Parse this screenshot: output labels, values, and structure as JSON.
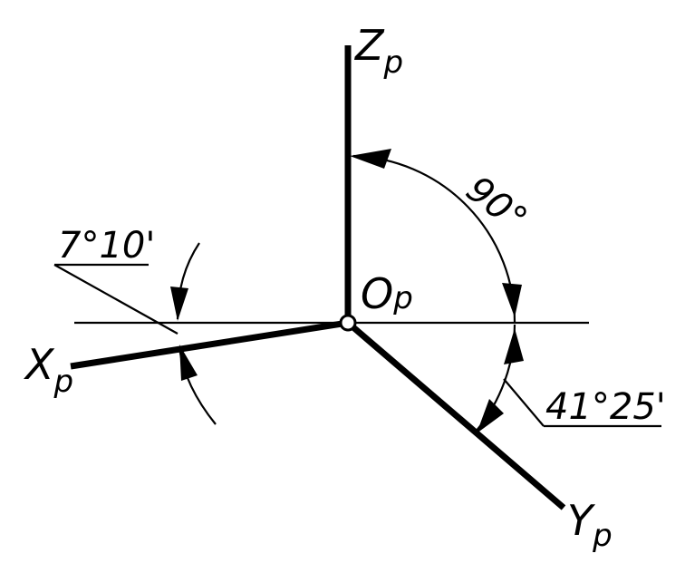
{
  "axes": {
    "z": {
      "main": "Z",
      "sub": "p"
    },
    "x": {
      "main": "X",
      "sub": "p"
    },
    "y": {
      "main": "Y",
      "sub": "p"
    }
  },
  "origin": {
    "main": "O",
    "sub": "p"
  },
  "angles": {
    "right_angle": "90°",
    "y_axis_angle": "41°25'",
    "x_axis_angle": "7°10'"
  },
  "colors": {
    "ink": "#000000",
    "paper": "#ffffff"
  }
}
